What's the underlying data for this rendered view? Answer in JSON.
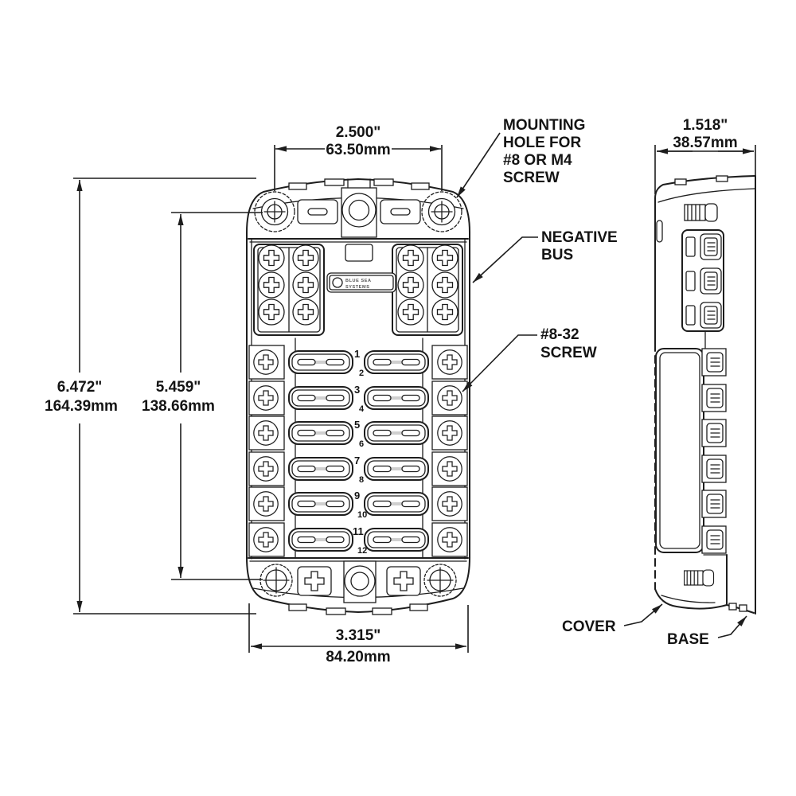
{
  "drawing_subject": "12-circuit blade fuse block, front and side orthographic views",
  "dimensions": {
    "mounting_width": {
      "in": "2.500\"",
      "mm": "63.50mm"
    },
    "overall_height": {
      "in": "6.472\"",
      "mm": "164.39mm"
    },
    "hole_spacing": {
      "in": "5.459\"",
      "mm": "138.66mm"
    },
    "overall_width": {
      "in": "3.315\"",
      "mm": "84.20mm"
    },
    "depth": {
      "in": "1.518\"",
      "mm": "38.57mm"
    }
  },
  "callouts": {
    "mounting_hole": [
      "MOUNTING",
      "HOLE FOR",
      "#8 OR M4",
      "SCREW"
    ],
    "negative_bus": [
      "NEGATIVE",
      "BUS"
    ],
    "terminal_screw": [
      "#8-32",
      "SCREW"
    ],
    "cover": "COVER",
    "base": "BASE"
  },
  "circuit_numbers": [
    "1",
    "2",
    "3",
    "4",
    "5",
    "6",
    "7",
    "8",
    "9",
    "10",
    "11",
    "12"
  ],
  "brand": [
    "BLUE SEA",
    "SYSTEMS"
  ],
  "colors": {
    "line": "#1d1d1d",
    "background": "#ffffff"
  }
}
